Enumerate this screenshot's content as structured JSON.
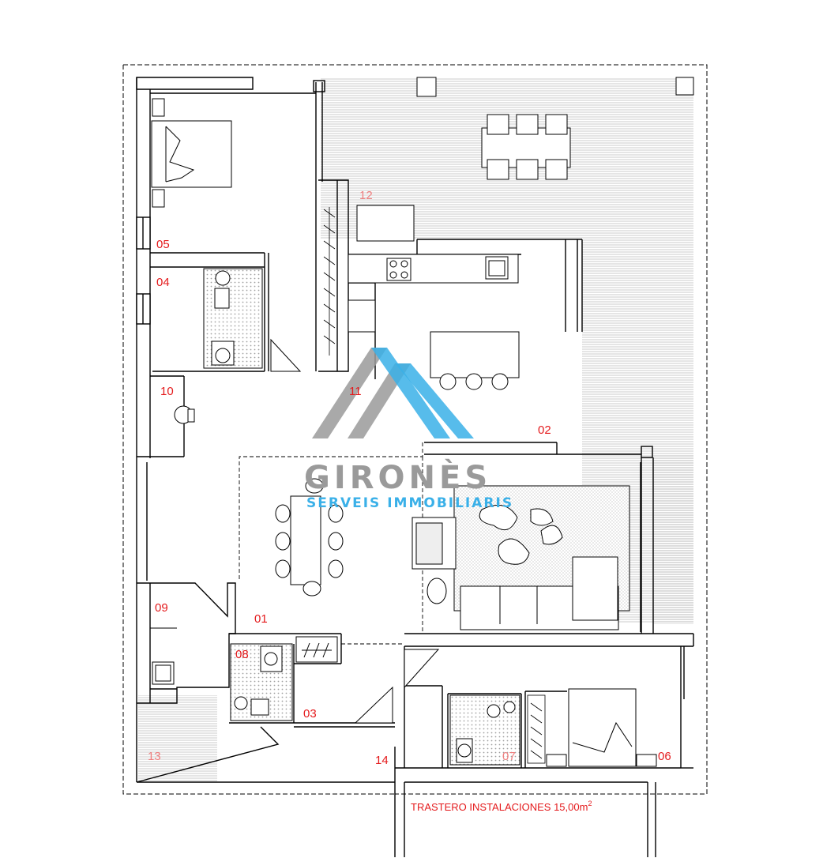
{
  "watermark": {
    "title": "GIRONÈS",
    "subtitle": "SERVEIS IMMOBILIARIS",
    "colors": {
      "gray": "#9a9a9a",
      "blue": "#3ab0e8"
    }
  },
  "rooms": [
    {
      "id": "01",
      "label": "01"
    },
    {
      "id": "02",
      "label": "02"
    },
    {
      "id": "03",
      "label": "03"
    },
    {
      "id": "04",
      "label": "04"
    },
    {
      "id": "05",
      "label": "05"
    },
    {
      "id": "06",
      "label": "06"
    },
    {
      "id": "07",
      "label": "07"
    },
    {
      "id": "08",
      "label": "08"
    },
    {
      "id": "09",
      "label": "09"
    },
    {
      "id": "10",
      "label": "10"
    },
    {
      "id": "11",
      "label": "11"
    },
    {
      "id": "12",
      "label": "12"
    },
    {
      "id": "13",
      "label": "13"
    },
    {
      "id": "14",
      "label": "14"
    }
  ],
  "storage": {
    "text": "TRASTERO INSTALACIONES 15,00m",
    "superscript": "2"
  },
  "colors": {
    "wall": "#000000",
    "label": "#e41a1c",
    "hatch": "#9a9a9a"
  }
}
